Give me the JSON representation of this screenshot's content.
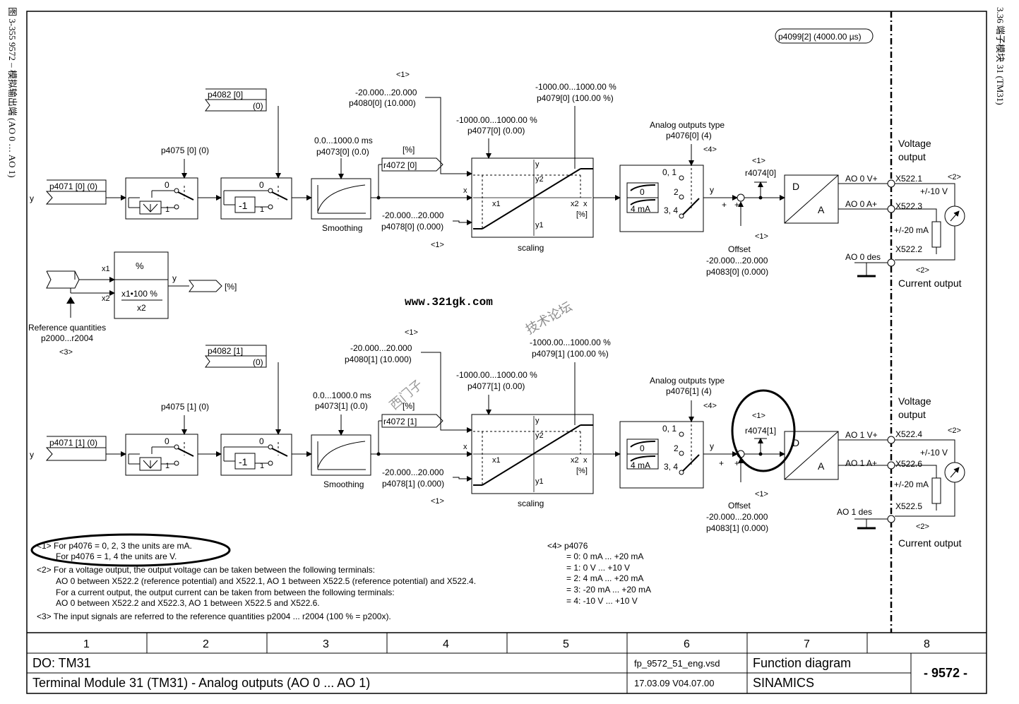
{
  "side": {
    "left": "图 3-355   9572 – 模拟输出端 (AO 0 … AO 1)",
    "right": "3.36 端子模块 31 (TM31)"
  },
  "header_param": "p4099[2] (4000.00 µs)",
  "watermark": {
    "url": "www.321gk.com",
    "cn": "技术论坛",
    "cn2": "西门子"
  },
  "channels": [
    {
      "p4071": "p4071 [0] (0)",
      "p4075": "p4075 [0] (0)",
      "p4082a": "p4082 [0]",
      "p4082b": "(0)",
      "p4073a": "0.0...1000.0 ms",
      "p4073b": "p4073[0] (0.0)",
      "r4072": "r4072 [0]",
      "pct": "[%]",
      "p4080a": "-20.000...20.000",
      "p4080b": "p4080[0] (10.000)",
      "p4077a": "-1000.00...1000.00 %",
      "p4077b": "p4077[0] (0.00)",
      "p4079a": "-1000.00...1000.00 %",
      "p4079b": "p4079[0] (100.00 %)",
      "p4078a": "-20.000...20.000",
      "p4078b": "p4078[0] (0.000)",
      "aot_a": "Analog outputs type",
      "aot_b": "p4076[0] (4)",
      "r4074": "r4074[0]",
      "off_a": "-20.000...20.000",
      "off_b": "p4083[0] (0.000)",
      "v_plus": "AO 0 V+",
      "a_plus": "AO 0 A+",
      "des": "AO 0 des",
      "t1": "X522.1",
      "t2": "X522.3",
      "t3": "X522.2"
    },
    {
      "p4071": "p4071 [1] (0)",
      "p4075": "p4075 [1] (0)",
      "p4082a": "p4082 [1]",
      "p4082b": "(0)",
      "p4073a": "0.0...1000.0 ms",
      "p4073b": "p4073[1] (0.0)",
      "r4072": "r4072 [1]",
      "pct": "[%]",
      "p4080a": "-20.000...20.000",
      "p4080b": "p4080[1] (10.000)",
      "p4077a": "-1000.00...1000.00 %",
      "p4077b": "p4077[1] (0.00)",
      "p4079a": "-1000.00...1000.00 %",
      "p4079b": "p4079[1] (100.00 %)",
      "p4078a": "-20.000...20.000",
      "p4078b": "p4078[1] (0.000)",
      "aot_a": "Analog outputs type",
      "aot_b": "p4076[1] (4)",
      "r4074": "r4074[1]",
      "off_a": "-20.000...20.000",
      "off_b": "p4083[1] (0.000)",
      "v_plus": "AO 1 V+",
      "a_plus": "AO 1 A+",
      "des": "AO 1 des",
      "t1": "X522.4",
      "t2": "X522.6",
      "t3": "X522.5"
    }
  ],
  "common": {
    "y": "y",
    "x": "x",
    "zero": "0",
    "one": "1",
    "minus1": "-1",
    "smoothing": "Smoothing",
    "scaling": "scaling",
    "n1": "<1>",
    "n2": "<2>",
    "n4": "<4>",
    "x1": "x1",
    "x2": "x2",
    "y1": "y1",
    "y2": "y2",
    "sel01": "0, 1",
    "sel2": "2",
    "sel34": "3, 4",
    "box0": "0",
    "box4ma": "4 mA",
    "plus": "+",
    "offset": "Offset",
    "D": "D",
    "A": "A",
    "voltage1": "Voltage",
    "voltage2": "output",
    "current": "Current output",
    "pm10v": "+/-10 V",
    "pm20ma": "+/-20 mA"
  },
  "refblock": {
    "pct": "%",
    "formula": "x1•100 %",
    "den": "x2",
    "out": "[%]",
    "ref1": "Reference quantities",
    "ref2": "p2000...r2004",
    "ref3": "<3>"
  },
  "notes": [
    "<1> For p4076 = 0, 2, 3 the units are mA.",
    "For p4076 = 1, 4 the units are V.",
    "<2> For a voltage output, the output voltage can be taken between the following terminals:",
    "AO 0 between X522.2 (reference potential) and X522.1, AO 1 between X522.5 (reference potential) and X522.4.",
    "For a current output, the output current can be taken from between the following terminals:",
    "AO 0 between X522.2 and X522.3, AO 1 between X522.5 and X522.6.",
    "<3> The input signals are referred to the reference quantities p2004 ... r2004 (100 % = p200x)."
  ],
  "note4": [
    "<4> p4076",
    "= 0: 0 mA ... +20 mA",
    "= 1: 0 V ... +10 V",
    "= 2: 4 mA ... +20 mA",
    "= 3: -20 mA ... +20 mA",
    "= 4: -10 V ... +10 V"
  ],
  "columns": [
    "1",
    "2",
    "3",
    "4",
    "5",
    "6",
    "7",
    "8"
  ],
  "footer": {
    "do": "DO: TM31",
    "title": "Terminal Module 31 (TM31) - Analog outputs (AO 0 ... AO 1)",
    "file": "fp_9572_51_eng.vsd",
    "date": "17.03.09   V04.07.00",
    "type": "Function diagram",
    "brand": "SINAMICS",
    "num": "- 9572 -"
  }
}
